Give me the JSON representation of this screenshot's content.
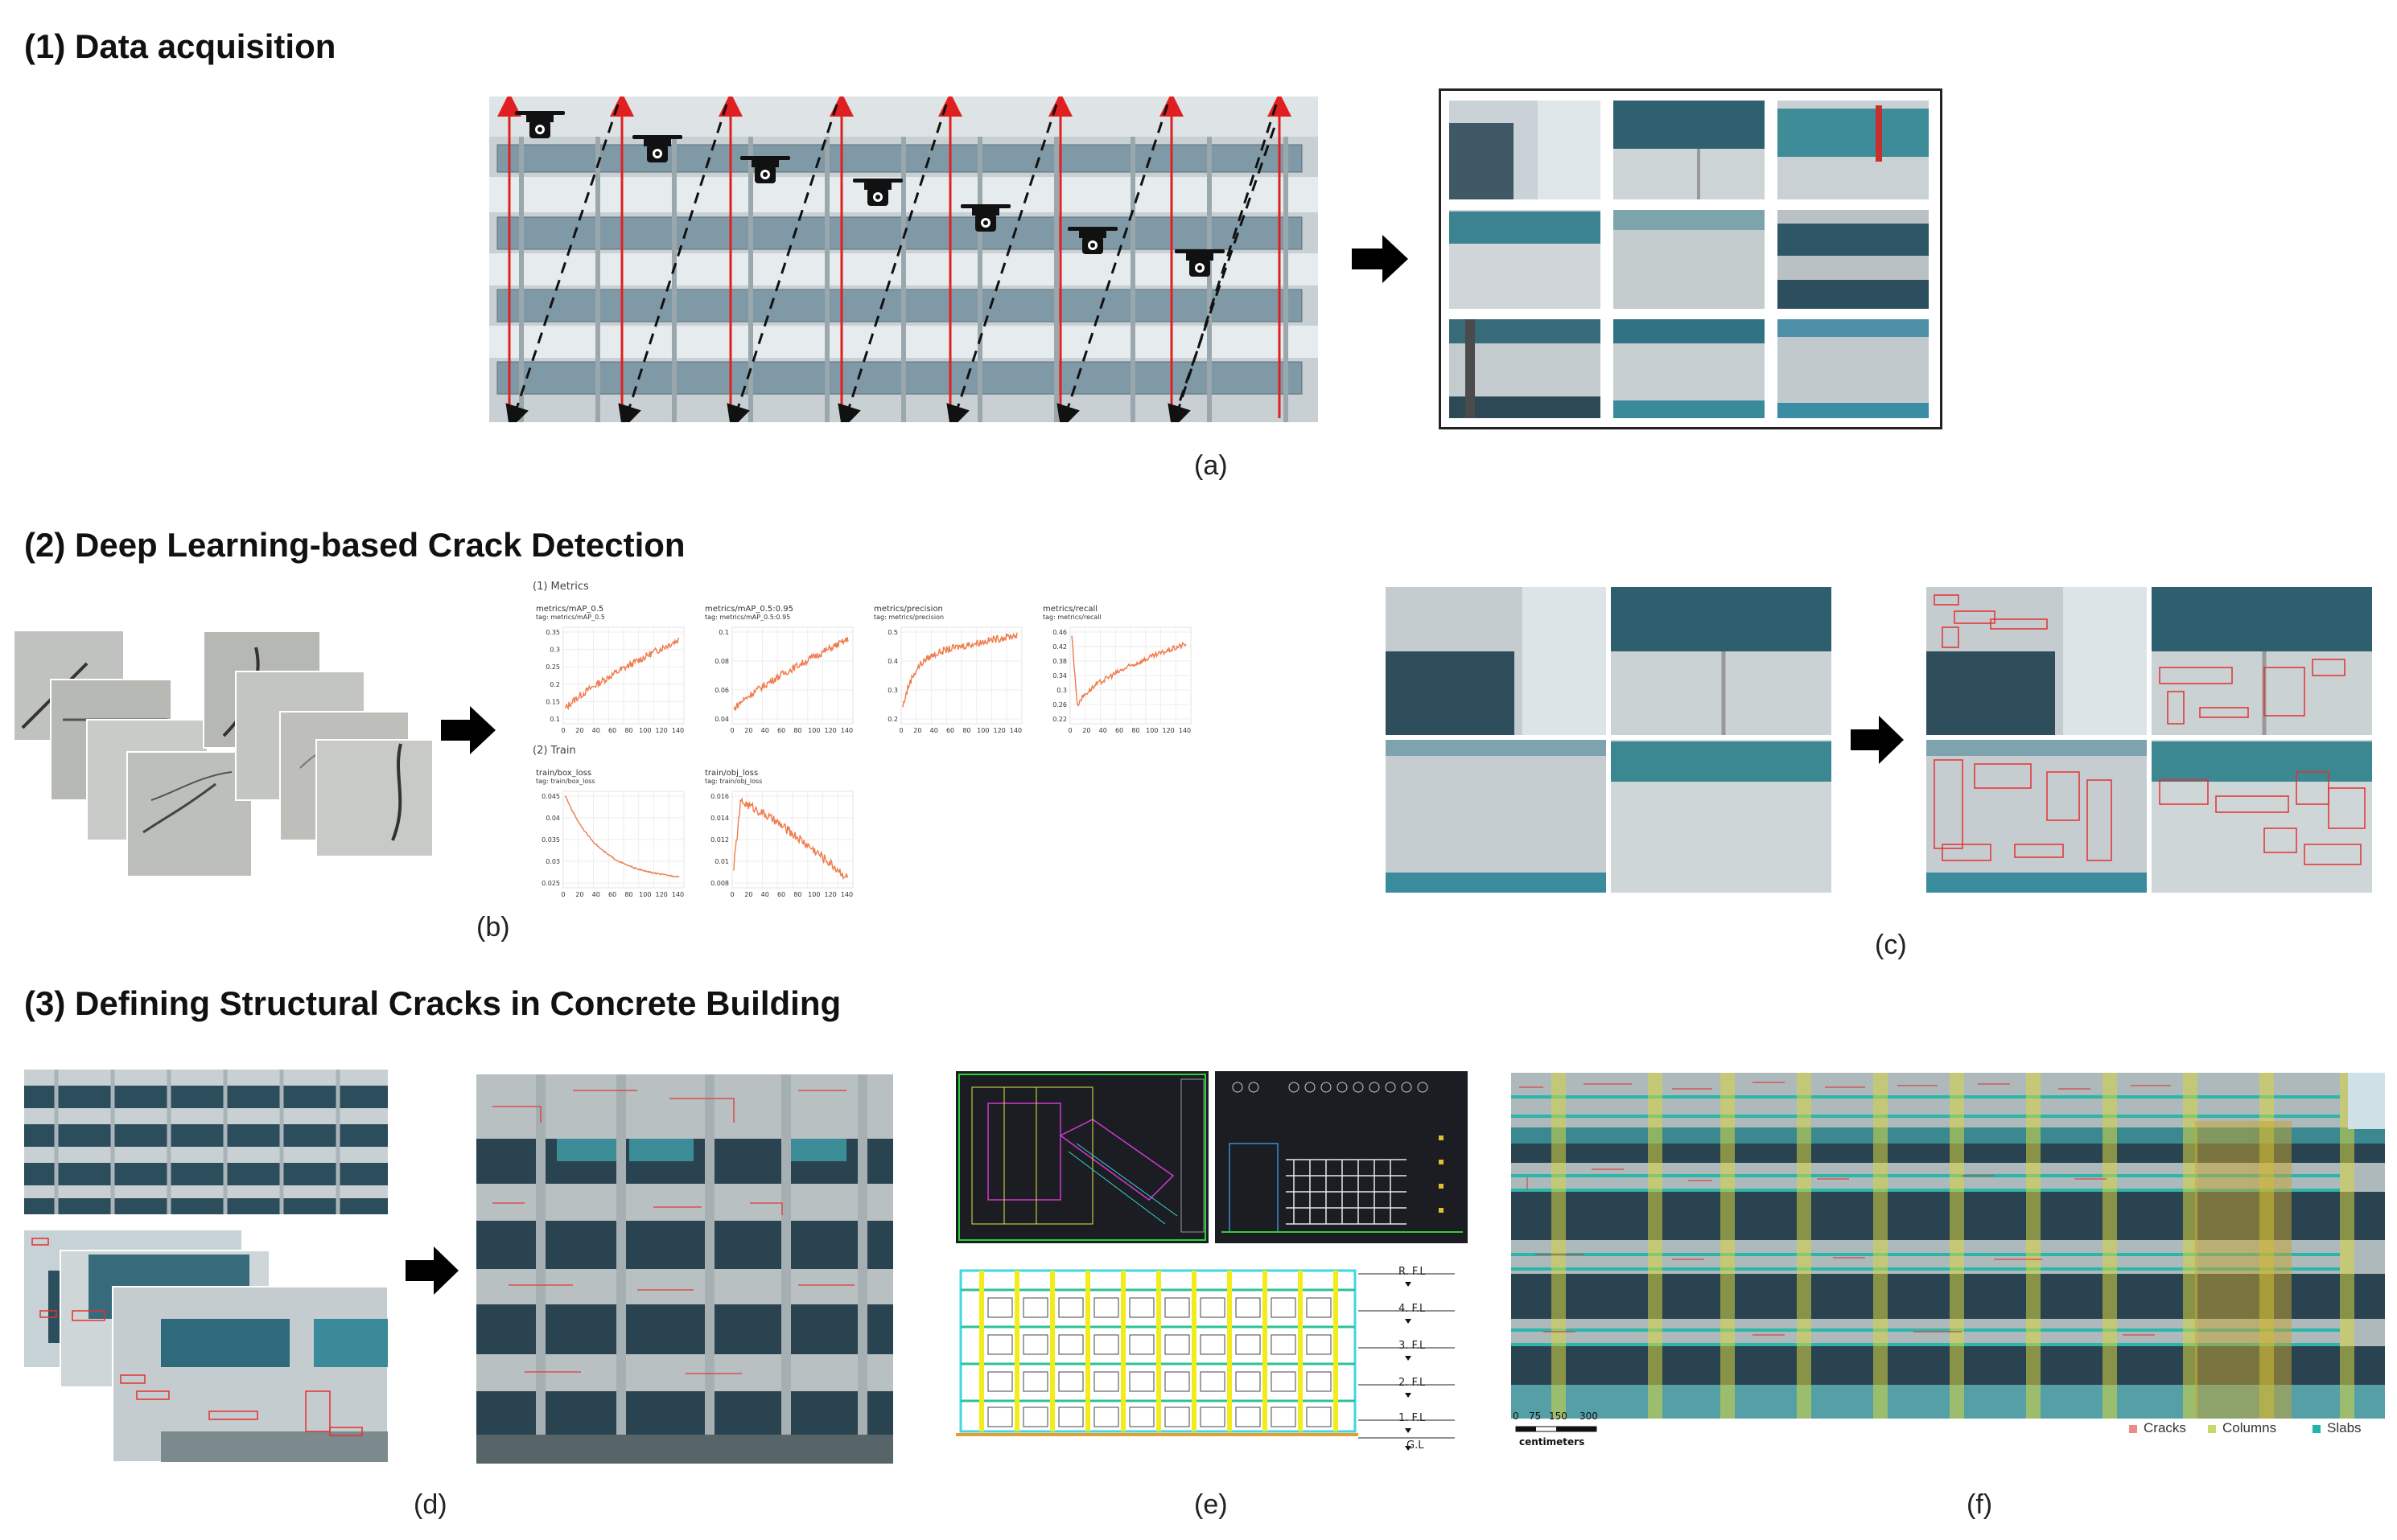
{
  "sections": {
    "s1": "(1) Data acquisition",
    "s2": "(2) Deep Learning-based Crack Detection",
    "s3": "(3) Defining Structural Cracks in Concrete Building"
  },
  "labels": {
    "a": "(a)",
    "b": "(b)",
    "c": "(c)",
    "d": "(d)",
    "e": "(e)",
    "f": "(f)"
  },
  "panel_b": {
    "metrics_title": "(1) Metrics",
    "train_title": "(2) Train",
    "charts": [
      {
        "title": "metrics/mAP_0.5",
        "tag": "tag: metrics/mAP_0.5",
        "yticks": [
          "0.35",
          "0.3",
          "0.25",
          "0.2",
          "0.15",
          "0.1"
        ]
      },
      {
        "title": "metrics/mAP_0.5:0.95",
        "tag": "tag: metrics/mAP_0.5:0.95",
        "yticks": [
          "0.1",
          "0.08",
          "0.06",
          "0.04"
        ]
      },
      {
        "title": "metrics/precision",
        "tag": "tag: metrics/precision",
        "yticks": [
          "0.5",
          "0.4",
          "0.3",
          "0.2"
        ]
      },
      {
        "title": "metrics/recall",
        "tag": "tag: metrics/recall",
        "yticks": [
          "0.46",
          "0.42",
          "0.38",
          "0.34",
          "0.3",
          "0.26",
          "0.22"
        ]
      },
      {
        "title": "train/box_loss",
        "tag": "tag: train/box_loss",
        "yticks": [
          "0.045",
          "0.04",
          "0.035",
          "0.03",
          "0.025"
        ]
      },
      {
        "title": "train/obj_loss",
        "tag": "tag: train/obj_loss",
        "yticks": [
          "0.016",
          "0.014",
          "0.012",
          "0.01",
          "0.008"
        ]
      }
    ],
    "xticks": [
      "0",
      "20",
      "40",
      "60",
      "80",
      "100",
      "120",
      "140"
    ]
  },
  "panel_e": {
    "floors": [
      "R. F.L",
      "4. F.L",
      "3. F.L",
      "2. F.L",
      "1. F.L",
      "G.L"
    ]
  },
  "panel_f": {
    "scale_ticks": [
      "0",
      "75",
      "150",
      "300"
    ],
    "scale_unit": "centimeters",
    "legend": [
      {
        "label": "Cracks",
        "color": "#f08a8a"
      },
      {
        "label": "Columns",
        "color": "#c8d96a"
      },
      {
        "label": "Slabs",
        "color": "#1fb5a8"
      }
    ]
  }
}
